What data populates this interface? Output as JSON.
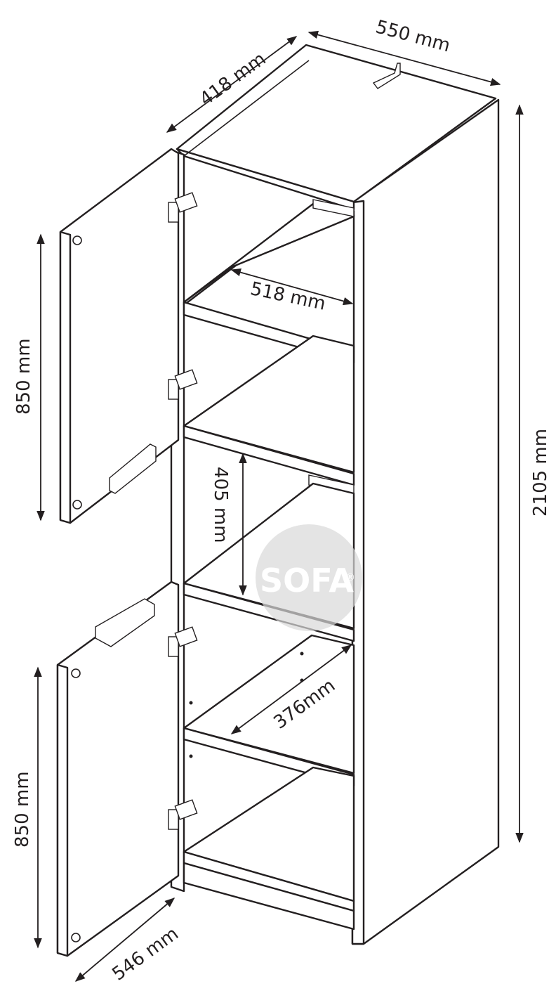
{
  "dimensions": {
    "depth_top": "550 mm",
    "width_top": "418 mm",
    "height_total": "2105 mm",
    "upper_door_height": "850 mm",
    "lower_door_height": "850 mm",
    "inner_depth": "518 mm",
    "shelf_gap": "405 mm",
    "lower_inner_depth": "376mm",
    "base_width": "546 mm"
  },
  "watermark": {
    "text": "SOFA",
    "mark": "®"
  },
  "colors": {
    "line": "#231f20",
    "panel": "#ffffff",
    "watermark": "#d9d9d9"
  }
}
